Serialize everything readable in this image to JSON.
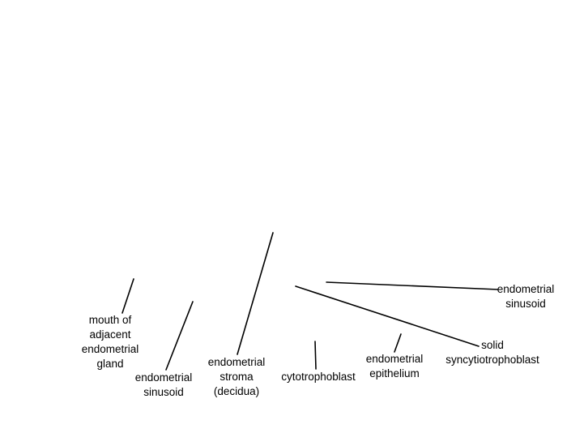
{
  "labels": {
    "mouth_gland": {
      "line1": "mouth of",
      "line2": "adjacent",
      "line3": "endometrial",
      "line4": "gland"
    },
    "sinusoid_left": {
      "line1": "endometrial",
      "line2": "sinusoid"
    },
    "stroma": {
      "line1": "endometrial",
      "line2": "stroma",
      "line3": "(decidua)"
    },
    "cytotrophoblast": {
      "line1": "cytotrophoblast"
    },
    "epithelium": {
      "line1": "endometrial",
      "line2": "epithelium"
    },
    "syncytiotrophoblast": {
      "line1": "solid",
      "line2": "syncytiotrophoblast"
    },
    "sinusoid_right": {
      "line1": "endometrial",
      "line2": "sinusoid"
    }
  },
  "colors": {
    "background": "#ffffff",
    "text": "#000000",
    "leader_line": "#000000"
  }
}
